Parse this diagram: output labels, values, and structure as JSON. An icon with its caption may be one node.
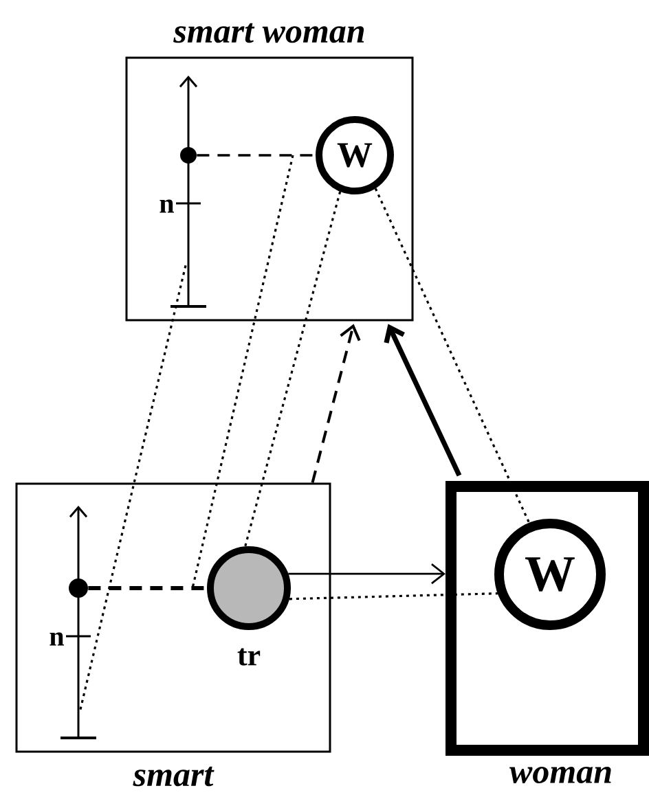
{
  "diagram": {
    "nodes": [
      {
        "text": [
          "smart woman"
        ]
      },
      {
        "text": [],
        "shape": "axis",
        "in": 0
      },
      {
        "text": [],
        "shape": "circle",
        "in": 1
      },
      {
        "text": [
          "W"
        ],
        "in": 0
      },
      {
        "text": [
          "smart"
        ]
      },
      {
        "text": [],
        "shape": "axis",
        "in": 4
      },
      {
        "text": [],
        "shape": "circle",
        "in": 5
      },
      {
        "text": [
          "tr"
        ],
        "in": 4
      },
      {
        "text": [
          "woman"
        ]
      },
      {
        "text": [
          "W"
        ],
        "in": 8
      }
    ],
    "edges": [
      {
        "from": 2,
        "to": 3,
        "arrow": "none",
        "style": "dashed"
      },
      {
        "from": 6,
        "to": 7,
        "arrow": "none",
        "style": "dashed"
      },
      {
        "from": 4,
        "to": 0,
        "arrow": "to",
        "style": "dashed"
      },
      {
        "from": 8,
        "to": 0,
        "arrow": "to",
        "style": "thick"
      },
      {
        "from": 7,
        "to": 8,
        "arrow": "to"
      },
      {
        "from": 7,
        "to": 9,
        "arrow": "none",
        "style": "dashed"
      },
      {
        "from": 3,
        "to": 9,
        "arrow": "none",
        "style": "dashed"
      },
      {
        "from": 3,
        "to": 7,
        "arrow": "none",
        "style": "dashed"
      },
      {
        "from": 1,
        "to": 5,
        "arrow": "none",
        "style": "dashed"
      }
    ],
    "labels": [
      "n",
      "n"
    ]
  }
}
